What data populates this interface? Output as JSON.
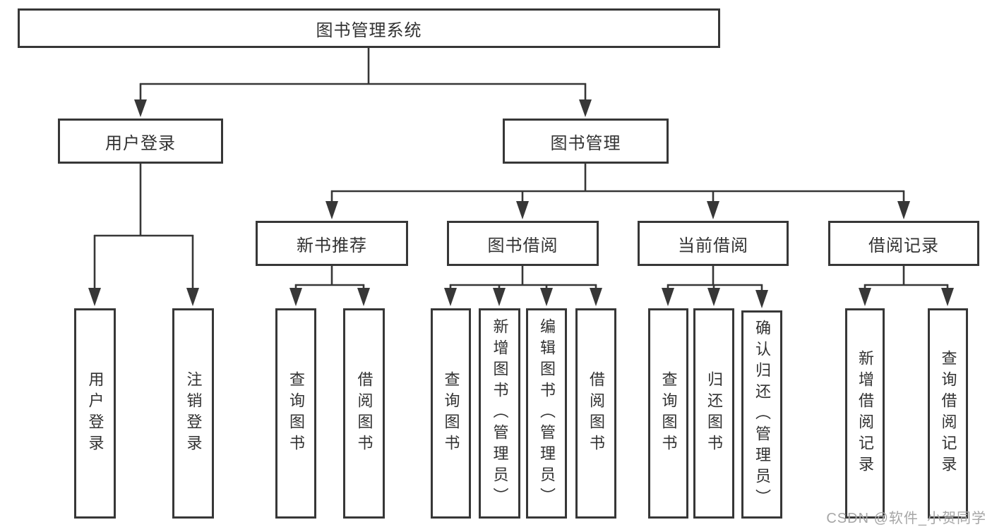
{
  "tree": {
    "root": {
      "label": "图书管理系统"
    },
    "branches": [
      {
        "label": "用户登录",
        "leaves": [
          {
            "label": "用户登录"
          },
          {
            "label": "注销登录"
          }
        ]
      },
      {
        "label": "图书管理",
        "groups": [
          {
            "label": "新书推荐",
            "leaves": [
              {
                "label": "查询图书"
              },
              {
                "label": "借阅图书"
              }
            ]
          },
          {
            "label": "图书借阅",
            "leaves": [
              {
                "label": "查询图书"
              },
              {
                "label": "新增图书（管理员）"
              },
              {
                "label": "编辑图书（管理员）"
              },
              {
                "label": "借阅图书"
              }
            ]
          },
          {
            "label": "当前借阅",
            "leaves": [
              {
                "label": "查询图书"
              },
              {
                "label": "归还图书"
              },
              {
                "label": "确认归还（管理员）"
              }
            ]
          },
          {
            "label": "借阅记录",
            "leaves": [
              {
                "label": "新增借阅记录"
              },
              {
                "label": "查询借阅记录"
              }
            ]
          }
        ]
      }
    ]
  },
  "watermark": {
    "text": "CSDN @软件_小贺同学"
  },
  "colors": {
    "line": "#373737",
    "box_border": "#373737",
    "text": "#323232",
    "background": "#ffffff",
    "watermark": "#a6a6a6"
  }
}
